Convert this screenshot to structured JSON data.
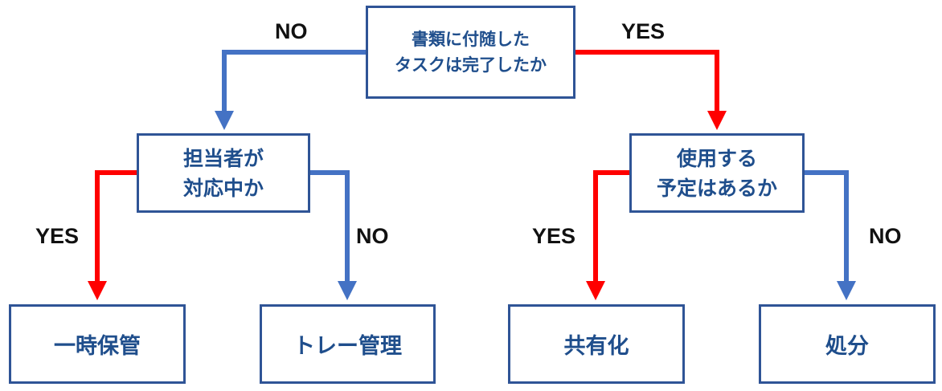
{
  "colors": {
    "yes_line": "#ff0000",
    "no_line": "#4472c4",
    "box_border": "#2f5496",
    "box_text": "#1f4e8c",
    "edge_label": "#111111"
  },
  "nodes": {
    "root": {
      "text": "書類に付随した\nタスクは完了したか"
    },
    "handler": {
      "text": "担当者が\n対応中か"
    },
    "usage": {
      "text": "使用する\n予定はあるか"
    },
    "temp_storage": {
      "text": "一時保管"
    },
    "tray": {
      "text": "トレー管理"
    },
    "share": {
      "text": "共有化"
    },
    "dispose": {
      "text": "処分"
    }
  },
  "edges": {
    "root_no": {
      "label": "NO"
    },
    "root_yes": {
      "label": "YES"
    },
    "handler_yes": {
      "label": "YES"
    },
    "handler_no": {
      "label": "NO"
    },
    "usage_yes": {
      "label": "YES"
    },
    "usage_no": {
      "label": "NO"
    }
  }
}
